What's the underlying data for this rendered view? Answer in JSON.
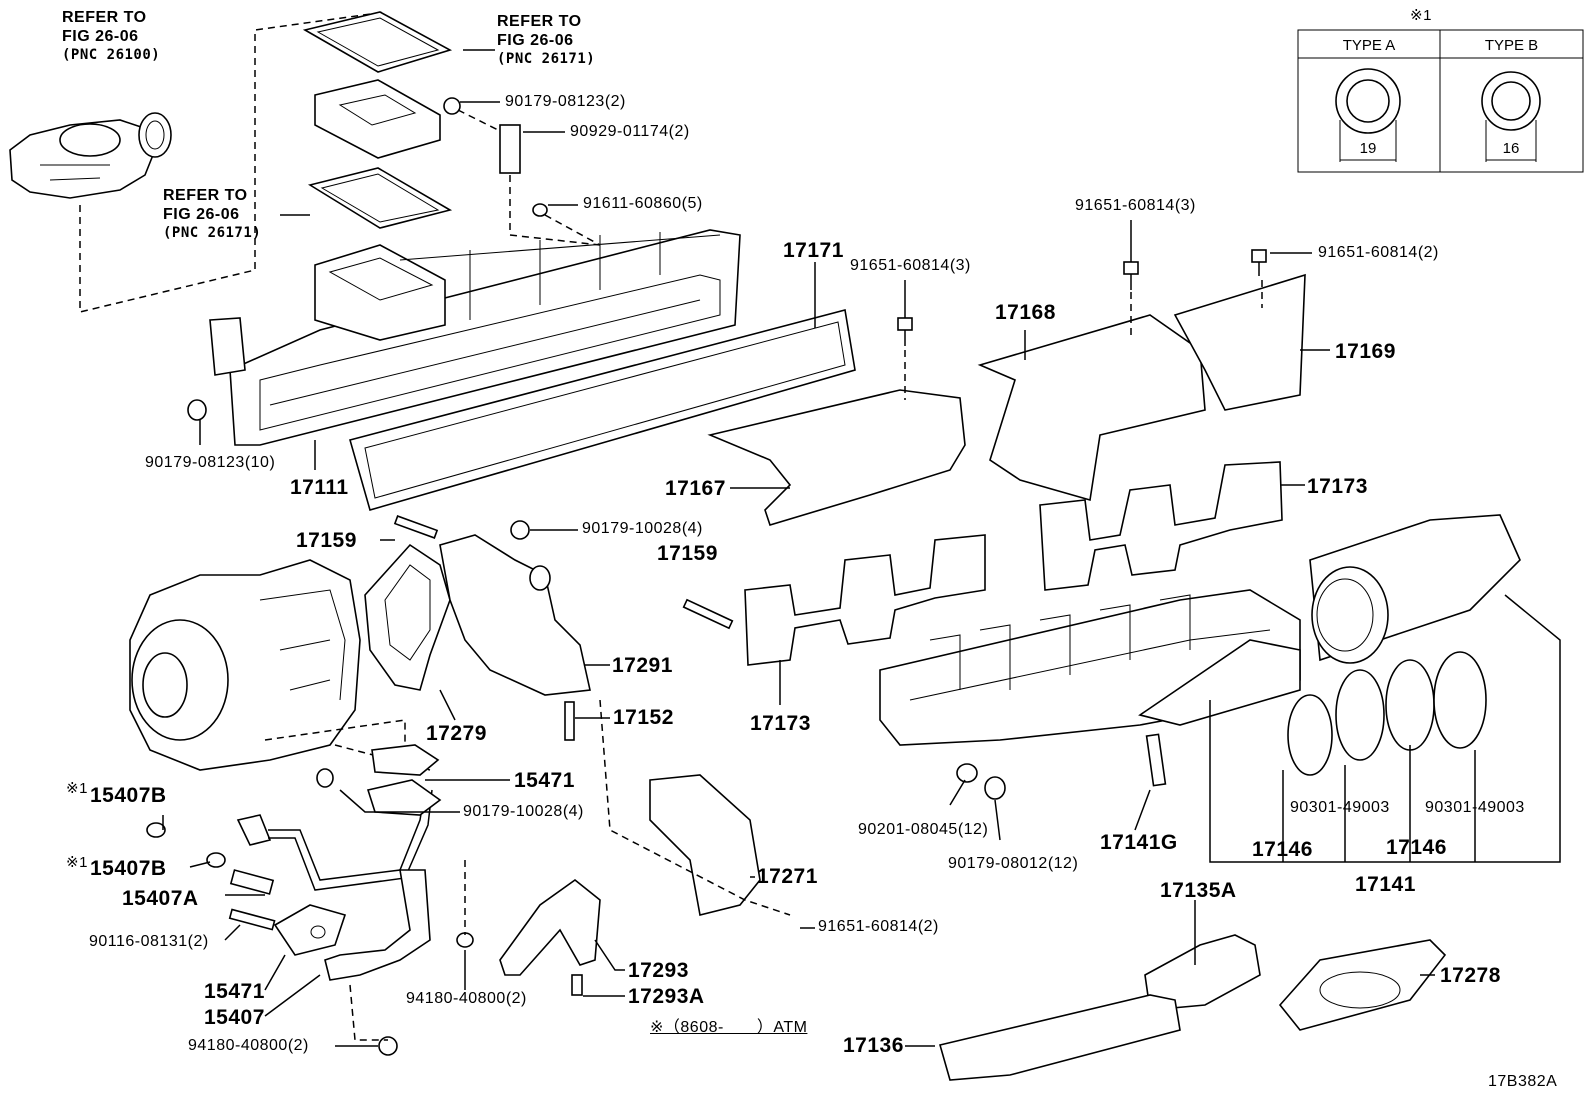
{
  "references": {
    "r1": {
      "line1": "REFER TO",
      "line2": "FIG 26-06",
      "line3": "(PNC 26100)"
    },
    "r2": {
      "line1": "REFER TO",
      "line2": "FIG 26-06",
      "line3": "(PNC 26171)"
    },
    "r3": {
      "line1": "REFER TO",
      "line2": "FIG 26-06",
      "line3": "(PNC 26171)"
    }
  },
  "type_table": {
    "mark": "※1",
    "type_a": "TYPE A",
    "type_b": "TYPE B",
    "dim_a": "19",
    "dim_b": "16"
  },
  "parts": {
    "p90179_08123_2": "90179-08123(2)",
    "p90929_01174_2": "90929-01174(2)",
    "p91611_60860_5": "91611-60860(5)",
    "p91651_60814_3a": "91651-60814(3)",
    "p91651_60814_3b": "91651-60814(3)",
    "p91651_60814_2a": "91651-60814(2)",
    "p17171": "17171",
    "p17168": "17168",
    "p17169": "17169",
    "p90179_08123_10": "90179-08123(10)",
    "p17111": "17111",
    "p17167": "17167",
    "p17173a": "17173",
    "p17159a": "17159",
    "p90179_10028_4a": "90179-10028(4)",
    "p17159b": "17159",
    "p17291": "17291",
    "p17279": "17279",
    "p17152": "17152",
    "p17173b": "17173",
    "p15407B_a": "15407B",
    "p15407B_a_mark": "※1",
    "p15471a": "15471",
    "p90179_10028_4b": "90179-10028(4)",
    "p15407B_b": "15407B",
    "p15407B_b_mark": "※1",
    "p15407A": "15407A",
    "p90116_08131_2": "90116-08131(2)",
    "p15471b": "15471",
    "p15407": "15407",
    "p94180_40800_2a": "94180-40800(2)",
    "p94180_40800_2b": "94180-40800(2)",
    "p17271": "17271",
    "p91651_60814_2b": "91651-60814(2)",
    "p17293": "17293",
    "p17293A": "17293A",
    "p90201_08045_12": "90201-08045(12)",
    "p90179_08012_12": "90179-08012(12)",
    "p17141G": "17141G",
    "p90301_49003a": "90301-49003",
    "p90301_49003b": "90301-49003",
    "p17146a": "17146",
    "p17146b": "17146",
    "p17141": "17141",
    "p17135A": "17135A",
    "p17278": "17278",
    "p17136": "17136"
  },
  "atm_note": "※（8608-　　）ATM",
  "figure_code": "17B382A"
}
